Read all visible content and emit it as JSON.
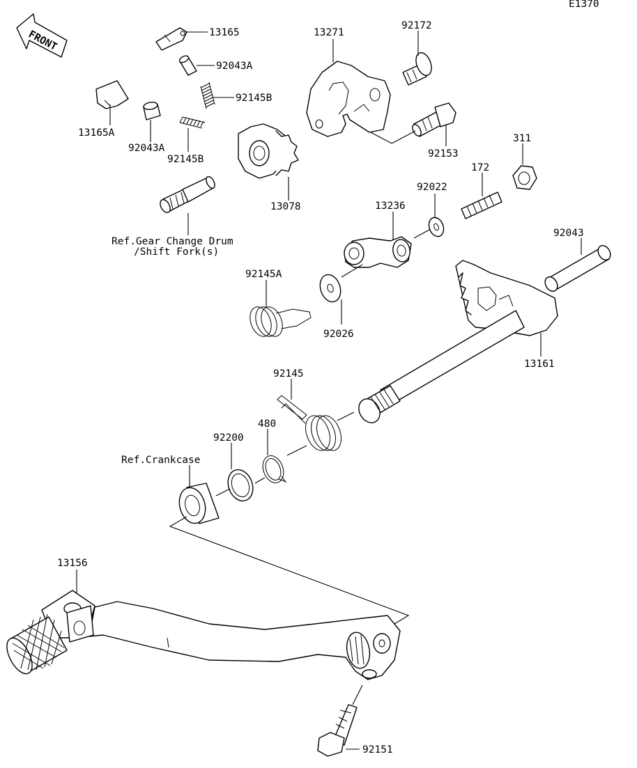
{
  "diagram_code": "E1370",
  "front_label": "FRONT",
  "parts": [
    {
      "id": "13165",
      "label": "13165"
    },
    {
      "id": "92043A_top",
      "label": "92043A"
    },
    {
      "id": "92145B_top",
      "label": "92145B"
    },
    {
      "id": "13165A",
      "label": "13165A"
    },
    {
      "id": "92043A_low",
      "label": "92043A"
    },
    {
      "id": "92145B_low",
      "label": "92145B"
    },
    {
      "id": "13078",
      "label": "13078"
    },
    {
      "id": "13271",
      "label": "13271"
    },
    {
      "id": "92172",
      "label": "92172"
    },
    {
      "id": "92153",
      "label": "92153"
    },
    {
      "id": "311",
      "label": "311"
    },
    {
      "id": "172",
      "label": "172"
    },
    {
      "id": "92022",
      "label": "92022"
    },
    {
      "id": "13236",
      "label": "13236"
    },
    {
      "id": "92043",
      "label": "92043"
    },
    {
      "id": "92145A",
      "label": "92145A"
    },
    {
      "id": "92026",
      "label": "92026"
    },
    {
      "id": "13161",
      "label": "13161"
    },
    {
      "id": "92145",
      "label": "92145"
    },
    {
      "id": "480",
      "label": "480"
    },
    {
      "id": "92200",
      "label": "92200"
    },
    {
      "id": "13156",
      "label": "13156"
    },
    {
      "id": "92151",
      "label": "92151"
    }
  ],
  "references": {
    "gear_drum_line1": "Ref.Gear Change Drum",
    "gear_drum_line2": "/Shift Fork(s)",
    "crankcase": "Ref.Crankcase"
  }
}
